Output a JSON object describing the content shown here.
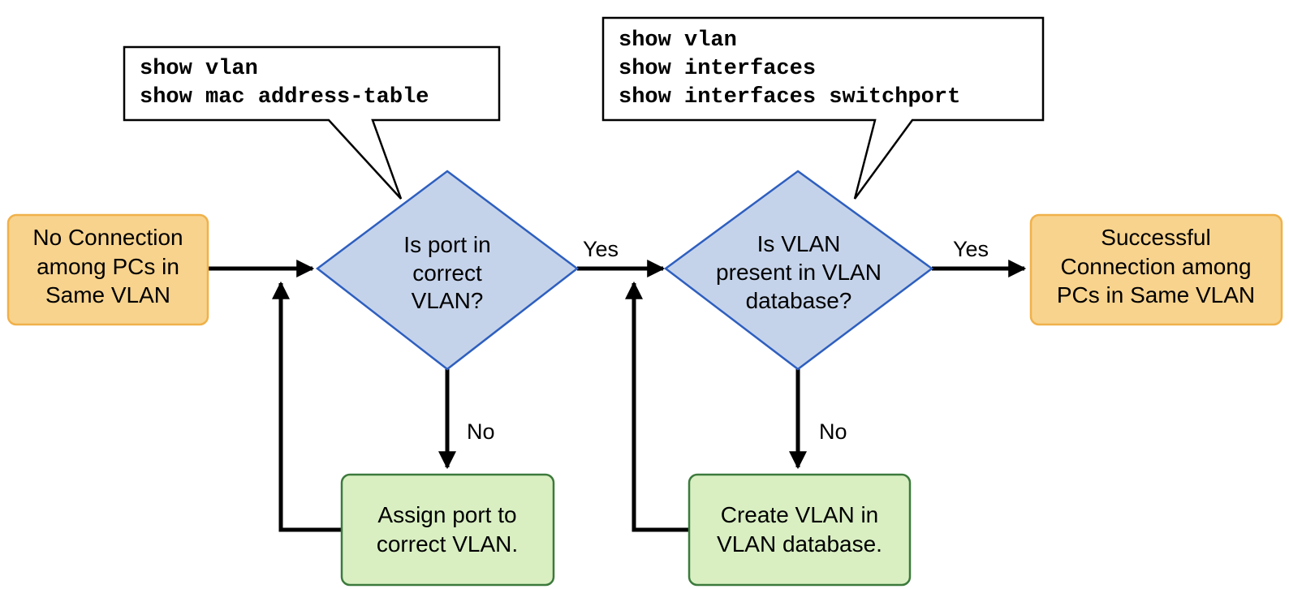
{
  "colors": {
    "terminal_fill": "#f8d38d",
    "terminal_stroke": "#f0b14a",
    "decision_fill": "#c5d3ea",
    "decision_stroke": "#2e5fbf",
    "process_fill": "#d9efc2",
    "process_stroke": "#3c7a3c",
    "line": "#000000"
  },
  "start": {
    "lines": [
      "No Connection",
      "among PCs in",
      "Same VLAN"
    ]
  },
  "decision1": {
    "lines": [
      "Is port in",
      "correct",
      "VLAN?"
    ]
  },
  "decision2": {
    "lines": [
      "Is VLAN",
      "present in VLAN",
      "database?"
    ]
  },
  "end": {
    "lines": [
      "Successful",
      "Connection among",
      "PCs in Same VLAN"
    ]
  },
  "process1": {
    "lines": [
      "Assign port to",
      "correct VLAN."
    ]
  },
  "process2": {
    "lines": [
      "Create VLAN in",
      "VLAN database."
    ]
  },
  "callout1": {
    "commands": [
      "show vlan",
      "show mac address-table"
    ]
  },
  "callout2": {
    "commands": [
      "show vlan",
      "show interfaces",
      "show interfaces switchport"
    ]
  },
  "edges": {
    "yes1": "Yes",
    "yes2": "Yes",
    "no1": "No",
    "no2": "No"
  }
}
